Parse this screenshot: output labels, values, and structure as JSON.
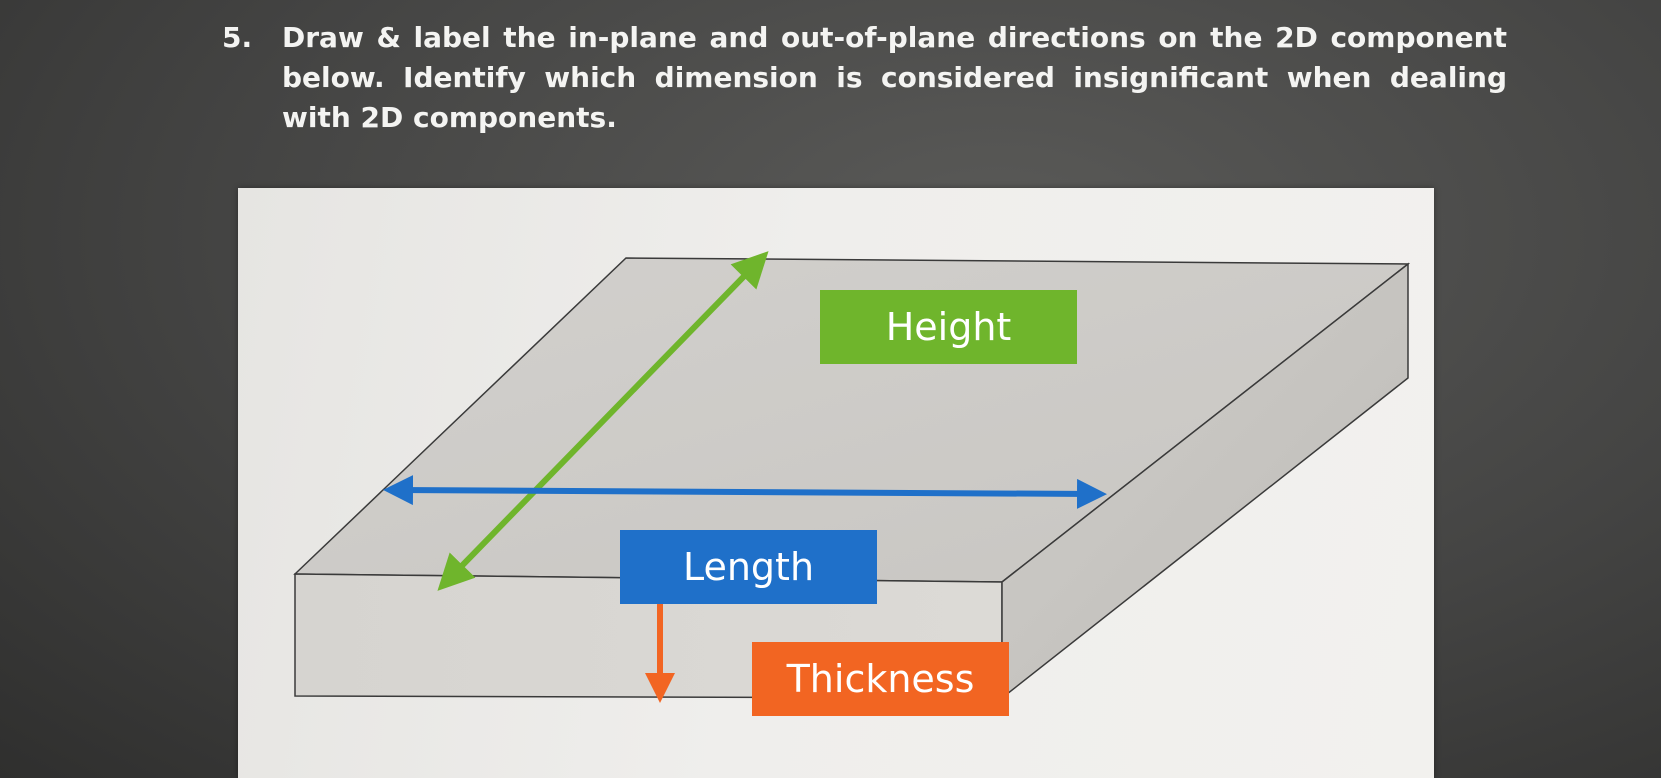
{
  "question": {
    "number": "5.",
    "text": "Draw & label the in-plane and out-of-plane directions on the 2D component below. Identify which dimension is considered insignificant when dealing with 2D components."
  },
  "diagram": {
    "labels": {
      "height": "Height",
      "length": "Length",
      "thickness": "Thickness"
    },
    "colors": {
      "height": "#6fb52c",
      "length": "#1f70c9",
      "thickness": "#f26522",
      "slab_top": "#cfcdca",
      "slab_front": "#d8d6d2",
      "slab_side": "#c9c7c3"
    }
  }
}
